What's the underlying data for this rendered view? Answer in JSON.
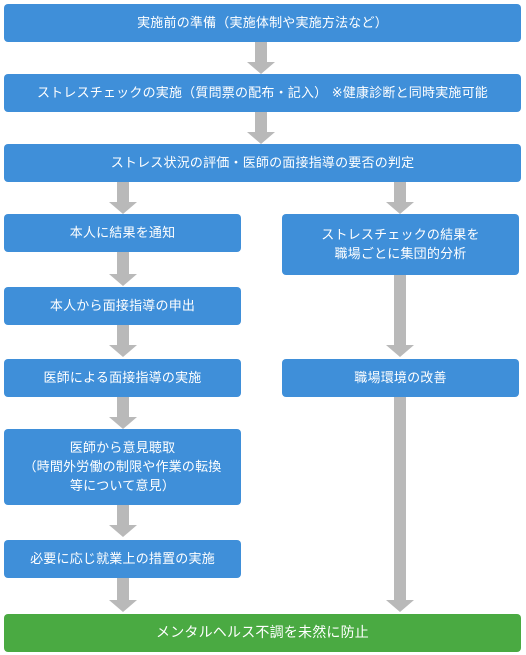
{
  "flow": {
    "step1": "実施前の準備（実施体制や実施方法など）",
    "step2": "ストレスチェックの実施（質問票の配布・記入） ※健康診断と同時実施可能",
    "step3": "ストレス状況の評価・医師の面接指導の要否の判定",
    "left": [
      "本人に結果を通知",
      "本人から面接指導の申出",
      "医師による面接指導の実施",
      "医師から意見聴取\n（時間外労働の制限や作業の転換\n等について意見）",
      "必要に応じ就業上の措置の実施"
    ],
    "right": [
      "ストレスチェックの結果を\n職場ごとに集団的分析",
      "職場環境の改善"
    ],
    "final": "メンタルヘルス不調を未然に防止"
  },
  "colors": {
    "box": "#3f8fd9",
    "final": "#4aaa42",
    "arrow": "#b9b9b9"
  }
}
